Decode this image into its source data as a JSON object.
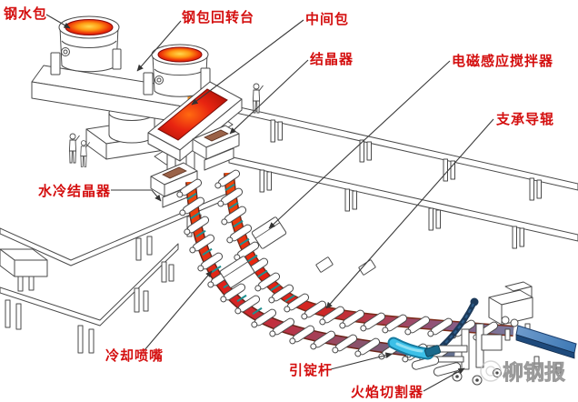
{
  "labels": {
    "ladle": "钢水包",
    "turret": "钢包回转台",
    "tundish": "中间包",
    "mold": "结晶器",
    "stirrer": "电磁感应搅拌器",
    "guide_roll": "支承导辊",
    "water_cooled_mold": "水冷结晶器",
    "cooling_nozzle": "冷却喷嘴",
    "dummy_bar": "引锭杆",
    "flame_cutter": "火焰切割器"
  },
  "watermark": "柳钢报",
  "colors": {
    "label_red": "#d40f0f",
    "molten_steel_core": "#ffd84e",
    "molten_steel_edge": "#c60d0d",
    "strand_hot": "#f04808",
    "strand_cold": "#5f7494",
    "slab_blue": "#3c78b4",
    "dummy_bar_cyan": "#3cc0e8",
    "spray_teal": "#1f8f8f",
    "structure_outline": "#4a4a4a",
    "watermark_gray": "#cccccc"
  }
}
